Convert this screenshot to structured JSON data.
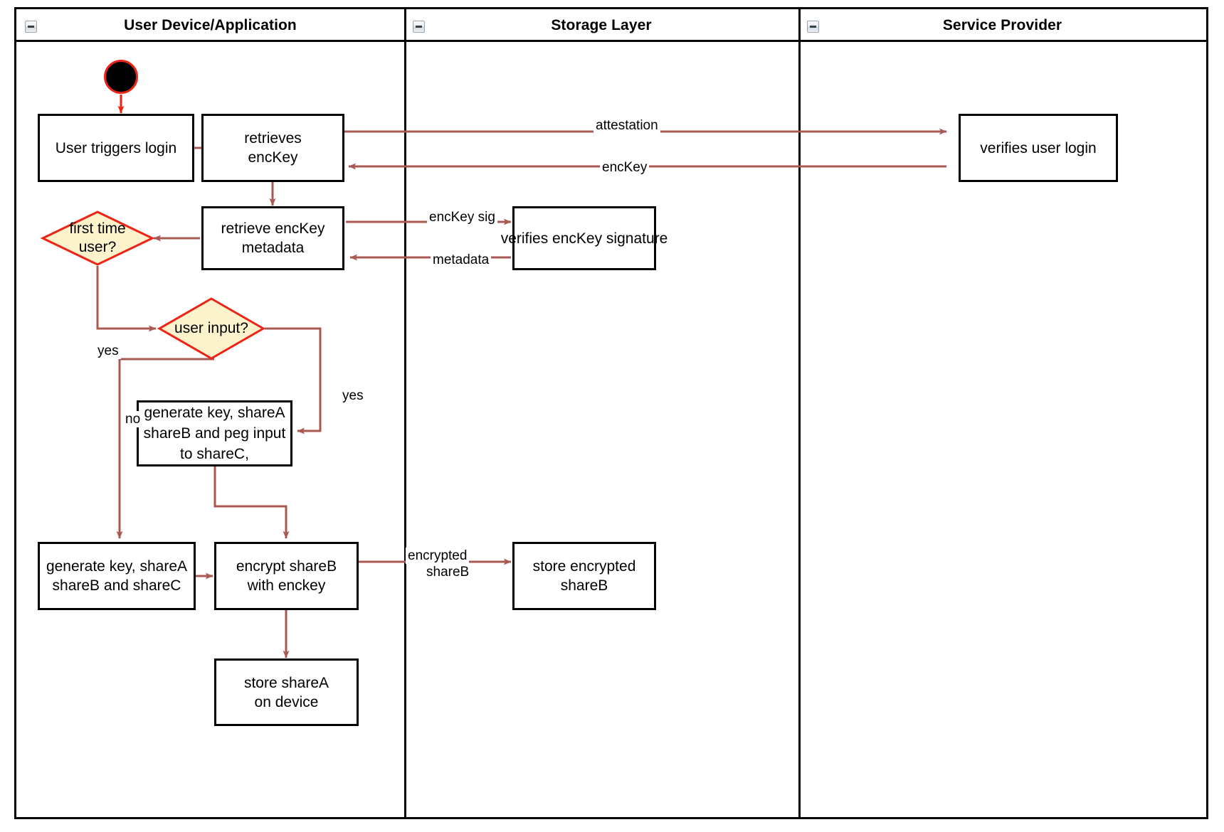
{
  "diagram": {
    "type": "uml-activity-diagram-with-swimlanes",
    "colors": {
      "edge": "#a85a52",
      "initial_node_fill": "#000000",
      "initial_node_stroke": "#ee2316",
      "decision_fill": "#fcf3cd",
      "decision_stroke": "#ee2316",
      "action_stroke": "#000000",
      "lane_stroke": "#000000",
      "background": "#ffffff"
    },
    "lanes": [
      {
        "id": "user-device",
        "title": "User Device/Application",
        "collapse_icon": "collapse-minus-icon"
      },
      {
        "id": "storage-layer",
        "title": "Storage Layer",
        "collapse_icon": "collapse-minus-icon"
      },
      {
        "id": "service-provider",
        "title": "Service Provider",
        "collapse_icon": "collapse-minus-icon"
      }
    ],
    "nodes": {
      "initial": {
        "kind": "initial-node",
        "label": ""
      },
      "user_triggers_login": {
        "kind": "action",
        "lines": [
          "User triggers login"
        ]
      },
      "retrieves_enckey": {
        "kind": "action",
        "lines": [
          "retrieves",
          "encKey"
        ]
      },
      "retrieve_enckey_metadata": {
        "kind": "action",
        "lines": [
          "retrieve encKey",
          "metadata"
        ]
      },
      "first_time_user": {
        "kind": "decision",
        "lines": [
          "first time",
          "user?"
        ]
      },
      "user_input": {
        "kind": "decision",
        "lines": [
          "user input?"
        ]
      },
      "generate_peg": {
        "kind": "action",
        "lines": [
          "generate key, shareA",
          "shareB and peg input",
          "to shareC,"
        ]
      },
      "generate_shares": {
        "kind": "action",
        "lines": [
          "generate key, shareA",
          "shareB and shareC"
        ]
      },
      "encrypt_shareb": {
        "kind": "action",
        "lines": [
          "encrypt shareB",
          "with enckey"
        ]
      },
      "store_sharea": {
        "kind": "action",
        "lines": [
          "store shareA",
          "on device"
        ]
      },
      "verifies_signature": {
        "kind": "action",
        "lines": [
          "verifies encKey signature"
        ]
      },
      "store_encrypted_shareb": {
        "kind": "action",
        "lines": [
          "store encrypted",
          "shareB"
        ]
      },
      "verifies_user_login": {
        "kind": "action",
        "lines": [
          "verifies user login"
        ]
      }
    },
    "edge_labels": {
      "attestation": "attestation",
      "enckey": "encKey",
      "enckey_sig": "encKey sig",
      "metadata": "metadata",
      "yes_first_time": "yes",
      "yes_user_input": "yes",
      "no_user_input": "no",
      "encrypted_shareb_l1": "encrypted",
      "encrypted_shareb_l2": "shareB"
    }
  }
}
